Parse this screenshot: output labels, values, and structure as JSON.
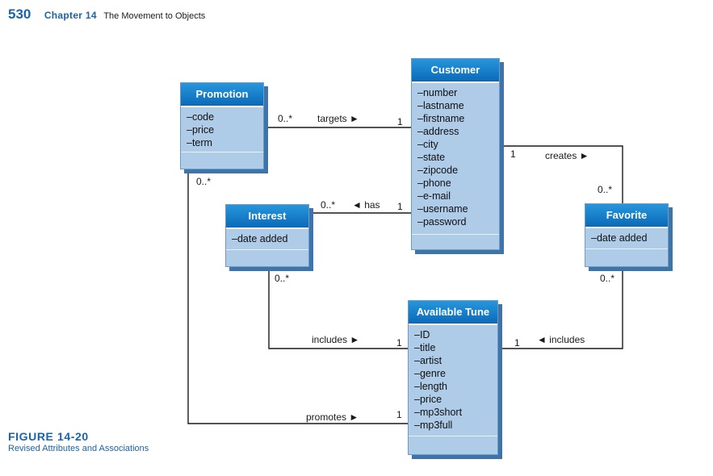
{
  "header": {
    "page_number": "530",
    "chapter": "Chapter 14",
    "chapter_title": "The Movement to Objects"
  },
  "figure": {
    "label": "FIGURE 14-20",
    "caption": "Revised Attributes and Associations"
  },
  "classes": {
    "promotion": {
      "name": "Promotion",
      "attributes": [
        "–code",
        "–price",
        "–term"
      ]
    },
    "customer": {
      "name": "Customer",
      "attributes": [
        "–number",
        "–lastname",
        "–firstname",
        "–address",
        "–city",
        "–state",
        "–zipcode",
        "–phone",
        "–e-mail",
        "–username",
        "–password"
      ]
    },
    "interest": {
      "name": "Interest",
      "attributes": [
        "–date added"
      ]
    },
    "favorite": {
      "name": "Favorite",
      "attributes": [
        "–date added"
      ]
    },
    "available_tune": {
      "name": "Available Tune",
      "attributes": [
        "–ID",
        "–title",
        "–artist",
        "–genre",
        "–length",
        "–price",
        "–mp3short",
        "–mp3full"
      ]
    }
  },
  "associations": {
    "targets": {
      "label": "targets ►",
      "mult_from": "0..*",
      "mult_to": "1"
    },
    "has": {
      "label": "◄ has",
      "mult_from": "0..*",
      "mult_to": "1"
    },
    "creates": {
      "label": "creates ►",
      "mult_from": "1",
      "mult_to": "0..*"
    },
    "interest_includes": {
      "label": "includes ►",
      "mult_from": "0..*",
      "mult_to": "1"
    },
    "favorite_includes": {
      "label": "◄ includes",
      "mult_from": "0..*",
      "mult_to": "1"
    },
    "promotes": {
      "label": "promotes ►",
      "mult_from": "0..*",
      "mult_to": "1"
    }
  }
}
